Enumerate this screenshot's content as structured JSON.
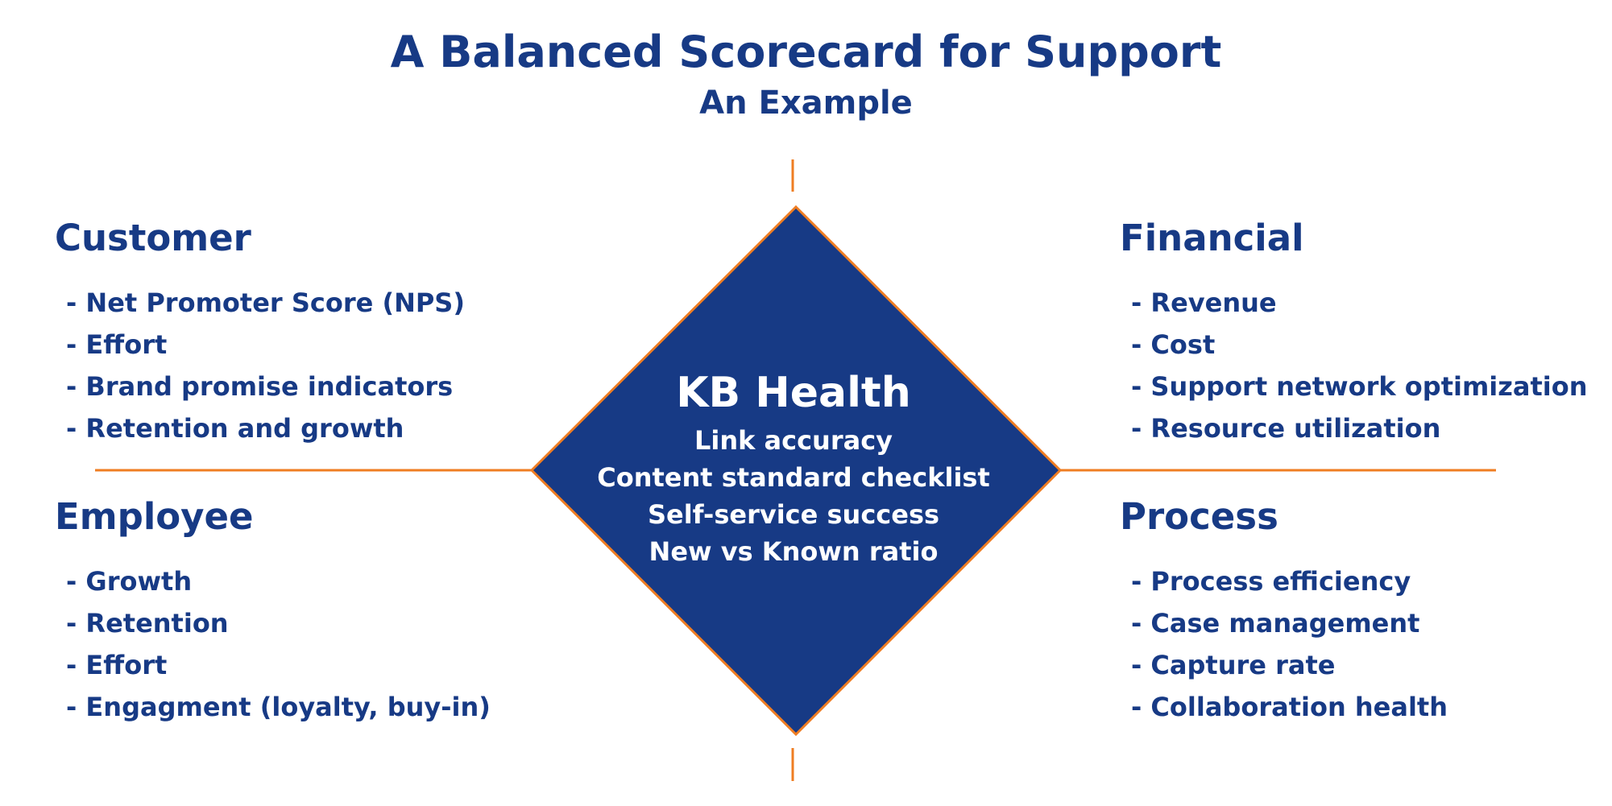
{
  "header": {
    "title": "A Balanced Scorecard for Support",
    "subtitle": "An Example"
  },
  "colors": {
    "primary": "#173a85",
    "accent": "#ef7d22",
    "text_on_primary": "#ffffff"
  },
  "center": {
    "title": "KB Health",
    "items": [
      "Link accuracy",
      "Content standard checklist",
      "Self-service success",
      "New vs Known ratio"
    ]
  },
  "quadrants": {
    "customer": {
      "title": "Customer",
      "items": [
        "- Net Promoter Score (NPS)",
        "- Effort",
        "- Brand promise indicators",
        "- Retention and growth"
      ]
    },
    "financial": {
      "title": "Financial",
      "items": [
        "- Revenue",
        "- Cost",
        "- Support network optimization",
        "- Resource utilization"
      ]
    },
    "employee": {
      "title": "Employee",
      "items": [
        "- Growth",
        "- Retention",
        "- Effort",
        "- Engagment (loyalty, buy-in)"
      ]
    },
    "process": {
      "title": "Process",
      "items": [
        "- Process efficiency",
        "- Case management",
        "- Capture rate",
        "- Collaboration health"
      ]
    }
  }
}
